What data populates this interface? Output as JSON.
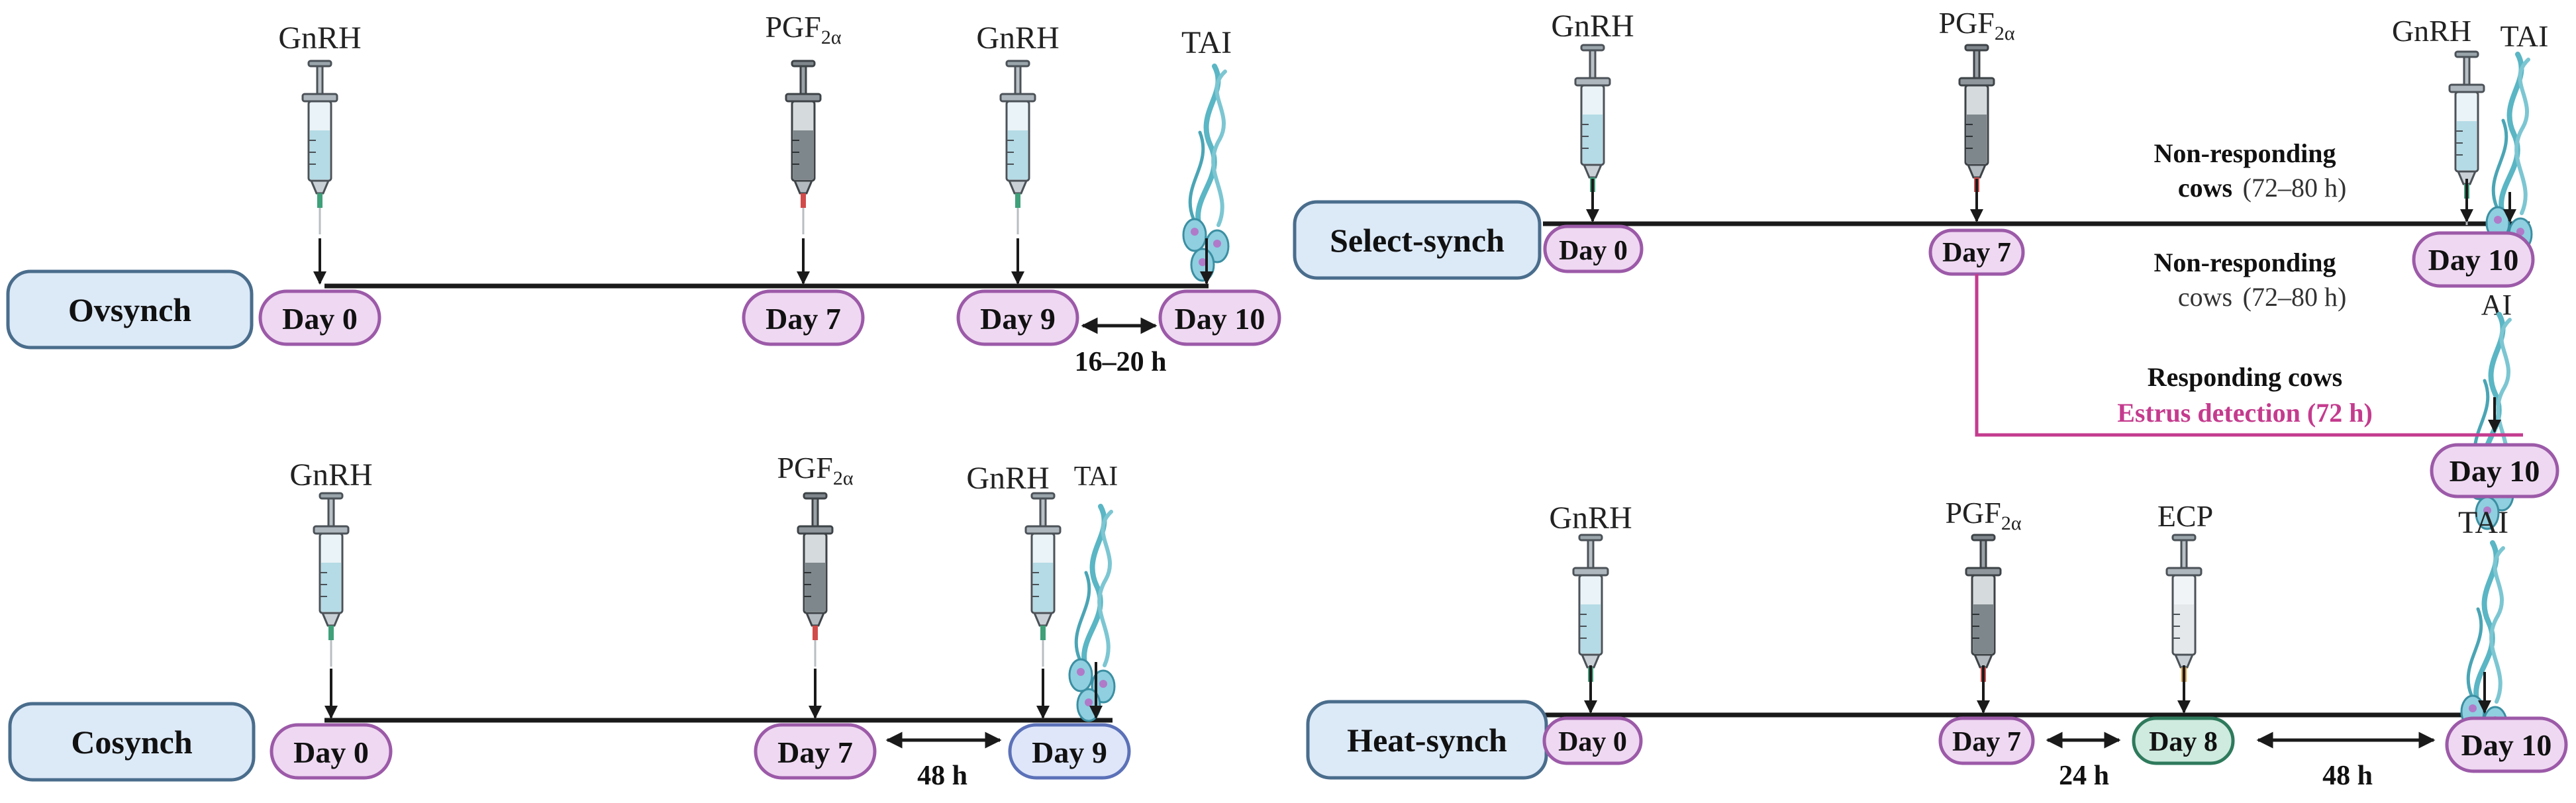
{
  "colors": {
    "protocol_fill": "#dce9f7",
    "protocol_stroke": "#4a6d8c",
    "day_fill": "#efd8f2",
    "day_stroke": "#9c5aa8",
    "day_blue_fill": "#dfe6fa",
    "day_blue_stroke": "#5b71b8",
    "day_green_fill": "#cfeadf",
    "day_green_stroke": "#2e7a5c",
    "estrus_line": "#c43b8e",
    "estrus_text": "#c43b8e",
    "timeline": "#1a1a1a"
  },
  "ovsynch": {
    "name": "Ovsynch",
    "inj1": "GnRH",
    "inj2_base": "PGF",
    "inj2_sub": "2α",
    "inj3": "GnRH",
    "inj4": "TAI",
    "day_a": "Day 0",
    "day_b": "Day 7",
    "day_c": "Day 9",
    "day_d": "Day 10",
    "interval": "16–20 h"
  },
  "cosynch": {
    "name": "Cosynch",
    "inj1": "GnRH",
    "inj2_base": "PGF",
    "inj2_sub": "2α",
    "inj3": "GnRH",
    "inj4": "TAI",
    "day_a": "Day 0",
    "day_b": "Day 7",
    "day_c": "Day 9",
    "interval": "48 h"
  },
  "select_synch": {
    "name": "Select-synch",
    "inj1": "GnRH",
    "inj2_base": "PGF",
    "inj2_sub": "2α",
    "inj3": "GnRH",
    "inj4": "TAI",
    "day_a": "Day 0",
    "day_b": "Day 7",
    "day_c": "Day 10",
    "day_d": "Day 10",
    "nonresp_top_bold": "Non-responding",
    "nonresp_top_cows": "cows",
    "nonresp_top_time": "(72–80 h)",
    "nonresp_bot_bold": "Non-responding",
    "nonresp_bot_cows": "cows",
    "nonresp_bot_time": "(72–80 h)",
    "ai": "AI",
    "responding": "Responding cows",
    "estrus": "Estrus detection (72 h)"
  },
  "heat_synch": {
    "name": "Heat-synch",
    "inj1": "GnRH",
    "inj2_base": "PGF",
    "inj2_sub": "2α",
    "inj3": "ECP",
    "inj4": "TAI",
    "day_a": "Day 0",
    "day_b": "Day 7",
    "day_c": "Day 8",
    "day_d": "Day 10",
    "interval1": "24 h",
    "interval2": "48 h"
  }
}
